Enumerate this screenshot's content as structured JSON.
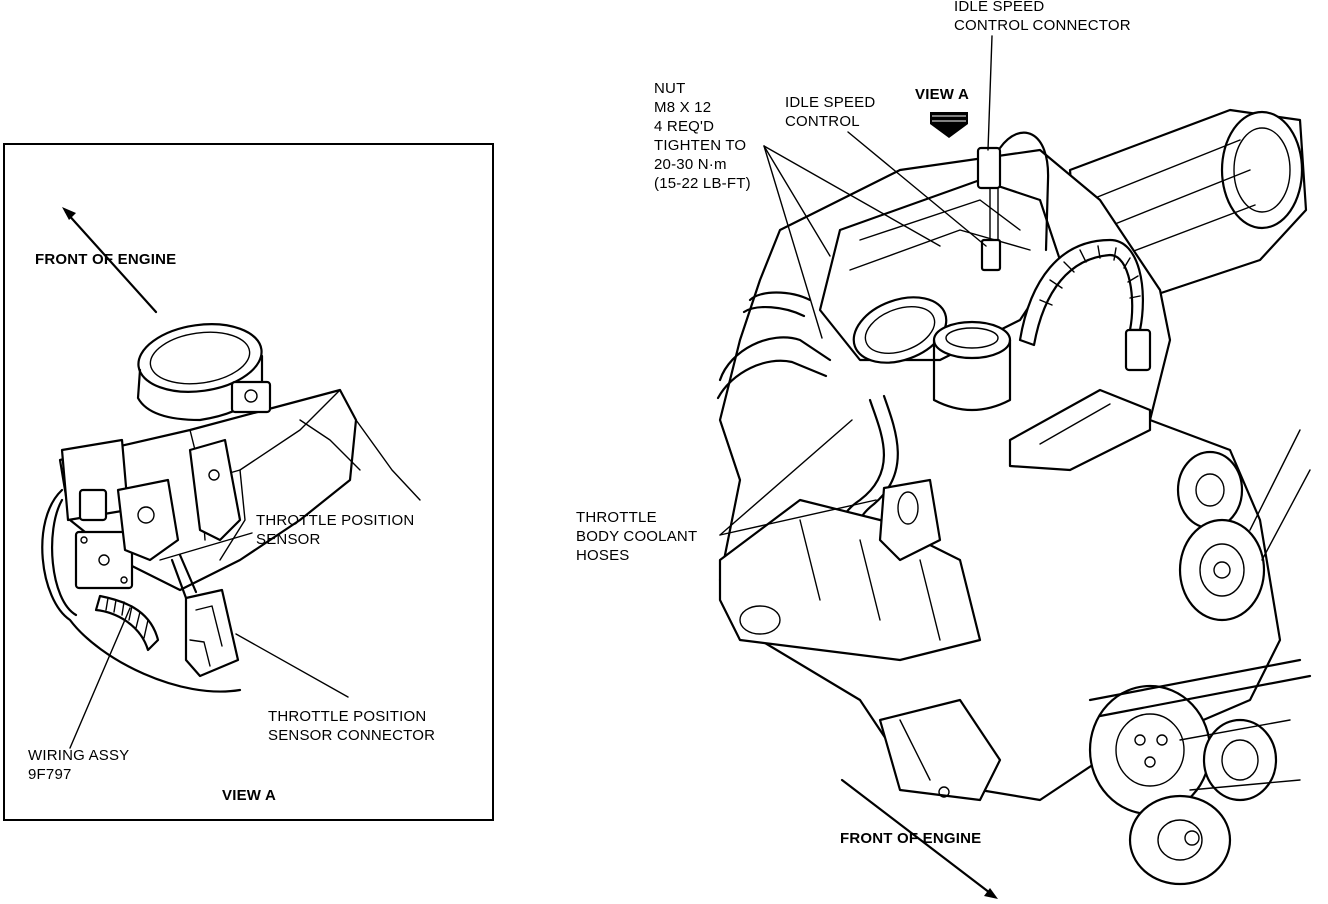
{
  "inset": {
    "front_of_engine": "FRONT OF ENGINE",
    "tps_label": "THROTTLE POSITION\nSENSOR",
    "tps_connector_label": "THROTTLE POSITION\nSENSOR CONNECTOR",
    "wiring_label": "WIRING ASSY\n9F797",
    "view_caption": "VIEW A"
  },
  "main": {
    "isc_connector_label": "IDLE SPEED\nCONTROL CONNECTOR",
    "view_a_label": "VIEW A",
    "isc_label": "IDLE SPEED\nCONTROL",
    "nut_label": "NUT\nM8 X 12\n4 REQ'D\nTIGHTEN TO\n20-30 N·m\n(15-22 LB-FT)",
    "coolant_hoses_label": "THROTTLE\nBODY COOLANT\nHOSES",
    "front_of_engine": "FRONT OF ENGINE"
  }
}
